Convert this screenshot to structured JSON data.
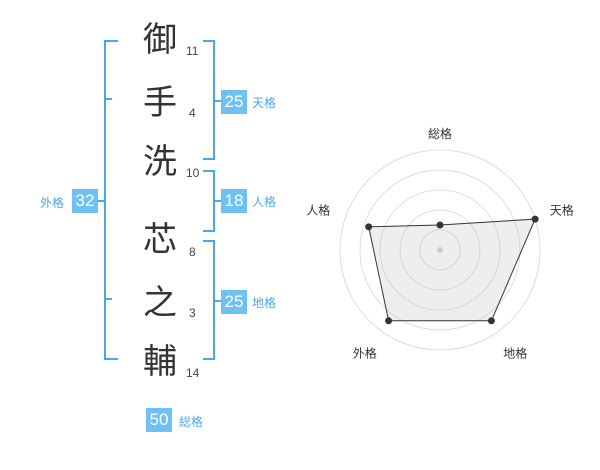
{
  "name_chars": [
    {
      "char": "御",
      "strokes": "11"
    },
    {
      "char": "手",
      "strokes": "4"
    },
    {
      "char": "洗",
      "strokes": "10"
    },
    {
      "char": "芯",
      "strokes": "8"
    },
    {
      "char": "之",
      "strokes": "3"
    },
    {
      "char": "輔",
      "strokes": "14"
    }
  ],
  "fortunes": {
    "tenkaku": {
      "value": "25",
      "label": "天格"
    },
    "jinkaku": {
      "value": "18",
      "label": "人格"
    },
    "chikaku": {
      "value": "25",
      "label": "地格"
    },
    "gaikaku": {
      "value": "32",
      "label": "外格"
    },
    "soukaku": {
      "value": "50",
      "label": "総格"
    }
  },
  "colors": {
    "accent": "#6ec1f2",
    "bracket": "#4aa8e8"
  },
  "chart_data": {
    "type": "radar",
    "axes": [
      "総格",
      "天格",
      "地格",
      "外格",
      "人格"
    ],
    "values": [
      1,
      4,
      3.5,
      3.5,
      3
    ],
    "max": 4
  }
}
